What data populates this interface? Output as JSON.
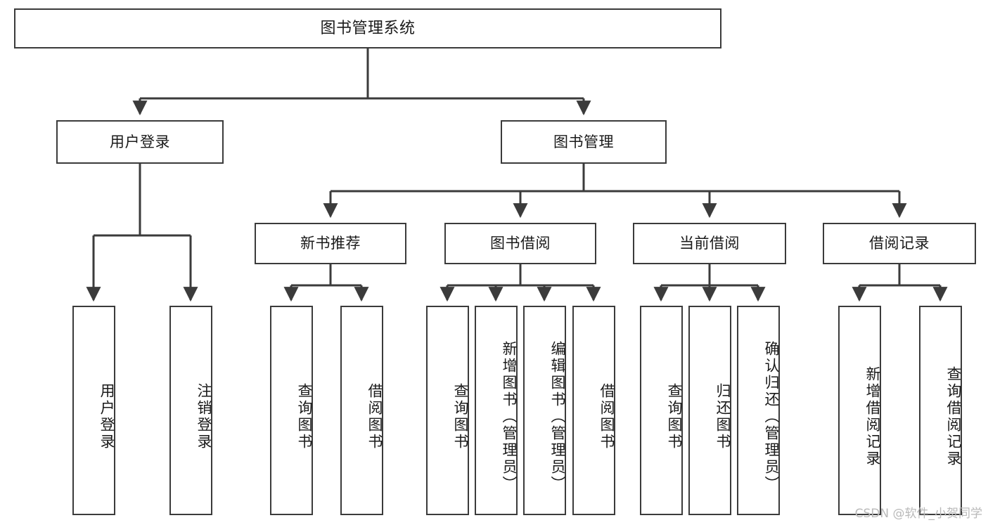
{
  "diagram": {
    "title": "图书管理系统",
    "watermark": "CSDN @软件_小贺同学",
    "type": "tree-hierarchy-diagram",
    "colors": {
      "border": "#3b3b3b",
      "background": "#ffffff",
      "text": "#1a1a1a",
      "watermark": "#b9b9b9"
    },
    "levels": {
      "level1": [
        {
          "id": "root",
          "label": "图书管理系统",
          "orientation": "horizontal"
        }
      ],
      "level2": [
        {
          "id": "user-login",
          "label": "用户登录",
          "orientation": "horizontal"
        },
        {
          "id": "book-management",
          "label": "图书管理",
          "orientation": "horizontal"
        }
      ],
      "level3": [
        {
          "id": "new-book-recommend",
          "label": "新书推荐",
          "orientation": "horizontal"
        },
        {
          "id": "book-borrow",
          "label": "图书借阅",
          "orientation": "horizontal"
        },
        {
          "id": "current-borrow",
          "label": "当前借阅",
          "orientation": "horizontal"
        },
        {
          "id": "borrow-record",
          "label": "借阅记录",
          "orientation": "horizontal"
        }
      ],
      "level4": [
        {
          "id": "leaf-user-login",
          "label": "用户登录",
          "parent": "user-login",
          "orientation": "vertical"
        },
        {
          "id": "leaf-logout",
          "label": "注销登录",
          "parent": "user-login",
          "orientation": "vertical"
        },
        {
          "id": "leaf-query-book-1",
          "label": "查询图书",
          "parent": "new-book-recommend",
          "orientation": "vertical"
        },
        {
          "id": "leaf-borrow-book-1",
          "label": "借阅图书",
          "parent": "new-book-recommend",
          "orientation": "vertical"
        },
        {
          "id": "leaf-query-book-2",
          "label": "查询图书",
          "parent": "book-borrow",
          "orientation": "vertical"
        },
        {
          "id": "leaf-add-book",
          "label": "新增图书（管理员）",
          "parent": "book-borrow",
          "orientation": "vertical"
        },
        {
          "id": "leaf-edit-book",
          "label": "编辑图书（管理员）",
          "parent": "book-borrow",
          "orientation": "vertical"
        },
        {
          "id": "leaf-borrow-book-2",
          "label": "借阅图书",
          "parent": "book-borrow",
          "orientation": "vertical"
        },
        {
          "id": "leaf-query-book-3",
          "label": "查询图书",
          "parent": "current-borrow",
          "orientation": "vertical"
        },
        {
          "id": "leaf-return-book",
          "label": "归还图书",
          "parent": "current-borrow",
          "orientation": "vertical"
        },
        {
          "id": "leaf-confirm-return",
          "label": "确认归还（管理员）",
          "parent": "current-borrow",
          "orientation": "vertical"
        },
        {
          "id": "leaf-add-record",
          "label": "新增借阅记录",
          "parent": "borrow-record",
          "orientation": "vertical"
        },
        {
          "id": "leaf-query-record",
          "label": "查询借阅记录",
          "parent": "borrow-record",
          "orientation": "vertical"
        }
      ]
    }
  }
}
